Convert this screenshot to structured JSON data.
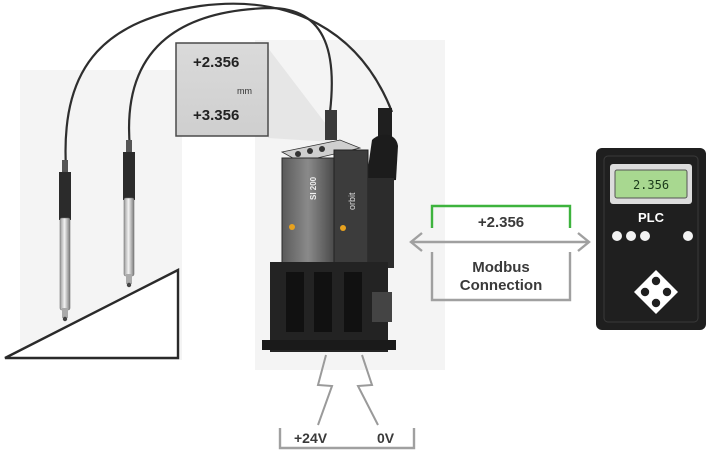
{
  "readout": {
    "value_top": "+2.356",
    "unit": "mm",
    "value_bottom": "+3.356"
  },
  "module": {
    "brand_left": "SI 200",
    "brand_right": "orbit"
  },
  "link": {
    "value": "+2.356",
    "label_line1": "Modbus",
    "label_line2": "Connection"
  },
  "plc": {
    "display_value": "2.356",
    "label": "PLC"
  },
  "power": {
    "positive": "+24V",
    "ground": "0V"
  },
  "colors": {
    "value_box_border": "#3db33d",
    "lcd_background": "#a8d890",
    "device_dark": "#2a2a2a",
    "bracket_gray": "#a0a0a0"
  }
}
